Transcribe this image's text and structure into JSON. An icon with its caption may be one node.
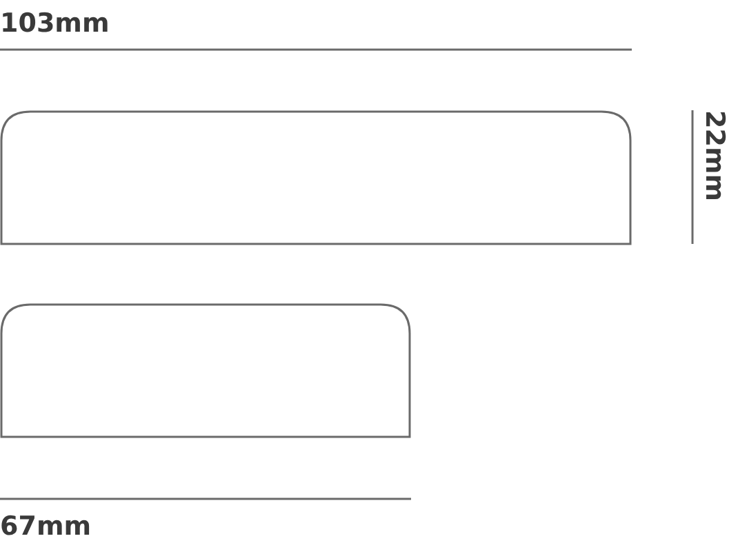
{
  "diagram": {
    "nodes": [
      {
        "text": [],
        "shape": "box"
      },
      {
        "text": [],
        "shape": "box"
      }
    ],
    "labels": [
      "103mm",
      "22mm",
      "67mm"
    ]
  }
}
